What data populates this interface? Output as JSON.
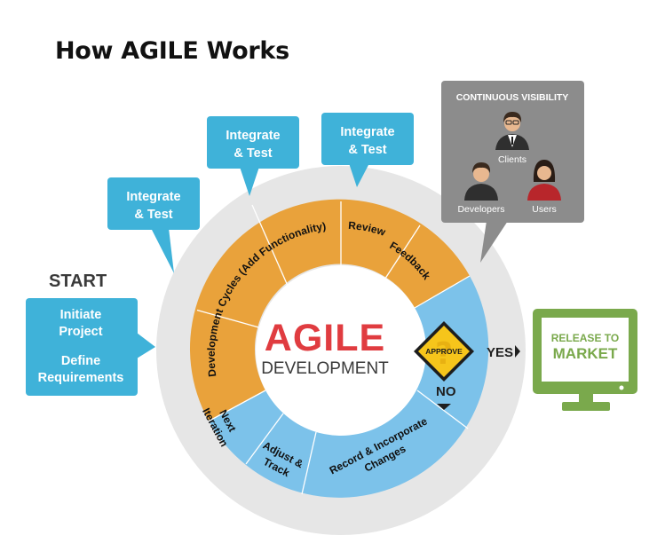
{
  "title": "How AGILE Works",
  "colors": {
    "orange": "#e9a23b",
    "blue": "#79c1e9",
    "teal": "#3fb2d9",
    "outer_ring": "#e5e5e5",
    "green": "#7aa94c",
    "red": "#e03c40",
    "gray_panel": "#8c8c8c",
    "approve_yellow": "#f6c51b"
  },
  "start": {
    "label": "START",
    "box_lines": [
      "Initiate",
      "Project",
      "Define",
      "Requirements"
    ]
  },
  "callouts": [
    {
      "lines": [
        "Integrate",
        "& Test"
      ]
    },
    {
      "lines": [
        "Integrate",
        "& Test"
      ]
    },
    {
      "lines": [
        "Integrate",
        "& Test"
      ]
    }
  ],
  "visibility": {
    "heading": "CONTINUOUS VISIBILITY",
    "people": [
      "Clients",
      "Developers",
      "Users"
    ]
  },
  "center": {
    "line1": "AGILE",
    "line2": "DEVELOPMENT"
  },
  "segments": {
    "dev_cycles": "Development Cycles (Add Functionality)",
    "review": "Review",
    "feedback": "Feedback",
    "record": [
      "Record & Incorporate",
      "Changes"
    ],
    "adjust": [
      "Adjust &",
      "Track"
    ],
    "next": [
      "Next",
      "Iteration"
    ]
  },
  "approve": {
    "label": "APPROVE",
    "yes": "YES",
    "no": "NO"
  },
  "release": {
    "lines": [
      "RELEASE TO",
      "MARKET"
    ]
  }
}
